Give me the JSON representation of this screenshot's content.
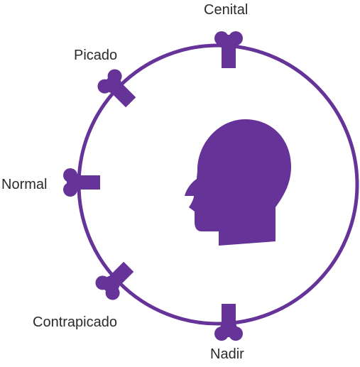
{
  "colors": {
    "accent": "#663399",
    "text": "#2b2b2b",
    "background": "#ffffff"
  },
  "labels": {
    "cenital": "Cenital",
    "picado": "Picado",
    "normal": "Normal",
    "contrapicado": "Contrapicado",
    "nadir": "Nadir"
  },
  "icons": {
    "center": "head-profile-icon",
    "camera": "camera-icon"
  }
}
